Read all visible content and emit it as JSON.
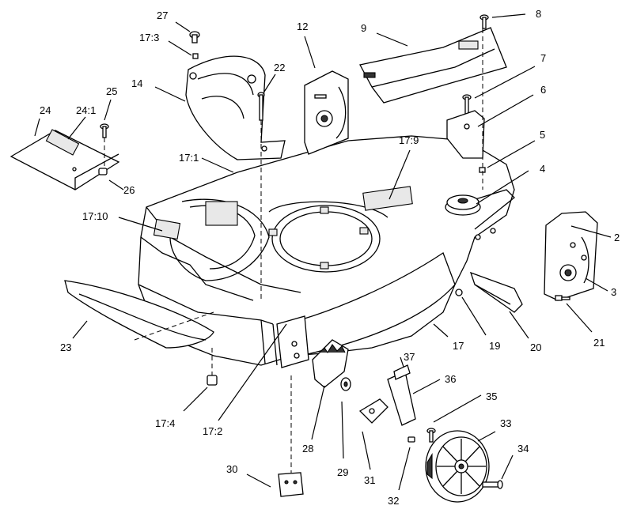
{
  "callouts": [
    {
      "id": "c-27",
      "label": "27"
    },
    {
      "id": "c-17-3",
      "label": "17:3"
    },
    {
      "id": "c-14",
      "label": "14"
    },
    {
      "id": "c-12",
      "label": "12"
    },
    {
      "id": "c-22",
      "label": "22"
    },
    {
      "id": "c-9",
      "label": "9"
    },
    {
      "id": "c-8",
      "label": "8"
    },
    {
      "id": "c-7",
      "label": "7"
    },
    {
      "id": "c-6",
      "label": "6"
    },
    {
      "id": "c-5",
      "label": "5"
    },
    {
      "id": "c-4",
      "label": "4"
    },
    {
      "id": "c-24",
      "label": "24"
    },
    {
      "id": "c-24-1",
      "label": "24:1"
    },
    {
      "id": "c-25",
      "label": "25"
    },
    {
      "id": "c-26",
      "label": "26"
    },
    {
      "id": "c-17-1",
      "label": "17:1"
    },
    {
      "id": "c-17-9",
      "label": "17:9"
    },
    {
      "id": "c-17-10",
      "label": "17:10"
    },
    {
      "id": "c-2",
      "label": "2"
    },
    {
      "id": "c-3",
      "label": "3"
    },
    {
      "id": "c-21",
      "label": "21"
    },
    {
      "id": "c-20",
      "label": "20"
    },
    {
      "id": "c-19",
      "label": "19"
    },
    {
      "id": "c-17",
      "label": "17"
    },
    {
      "id": "c-23",
      "label": "23"
    },
    {
      "id": "c-17-4",
      "label": "17:4"
    },
    {
      "id": "c-17-2",
      "label": "17:2"
    },
    {
      "id": "c-37",
      "label": "37"
    },
    {
      "id": "c-36",
      "label": "36"
    },
    {
      "id": "c-35",
      "label": "35"
    },
    {
      "id": "c-33",
      "label": "33"
    },
    {
      "id": "c-34",
      "label": "34"
    },
    {
      "id": "c-28",
      "label": "28"
    },
    {
      "id": "c-29",
      "label": "29"
    },
    {
      "id": "c-31",
      "label": "31"
    },
    {
      "id": "c-32",
      "label": "32"
    },
    {
      "id": "c-30",
      "label": "30"
    }
  ]
}
